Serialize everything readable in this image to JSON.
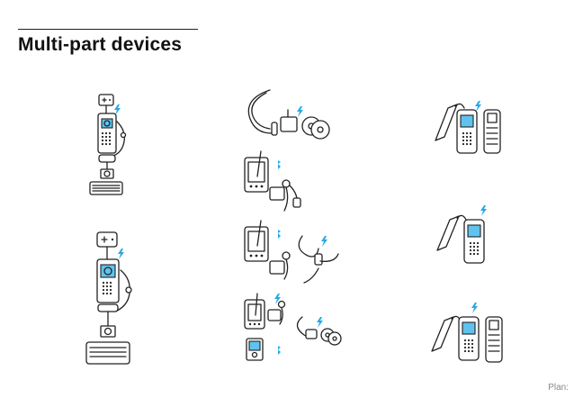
{
  "page": {
    "title": "Multi-part devices",
    "brand": "Plan:"
  },
  "illustrations": [
    {
      "name": "phone-with-camera-gamepad-keyboard"
    },
    {
      "name": "phone-with-gamepad-camera-keyboard-large"
    },
    {
      "name": "neckband-headset-with-discs"
    },
    {
      "name": "pda-with-bluetooth-headset"
    },
    {
      "name": "pda-with-bluetooth-watch-headset"
    },
    {
      "name": "pda-media-player-headset-discs"
    },
    {
      "name": "phone-with-lanyard-and-back-cover"
    },
    {
      "name": "phone-with-lanyard"
    },
    {
      "name": "phone-with-lanyard-and-cover-small"
    }
  ],
  "colors": {
    "accent": "#29a9e6",
    "screen": "#5fc3ee",
    "ink": "#222222"
  }
}
